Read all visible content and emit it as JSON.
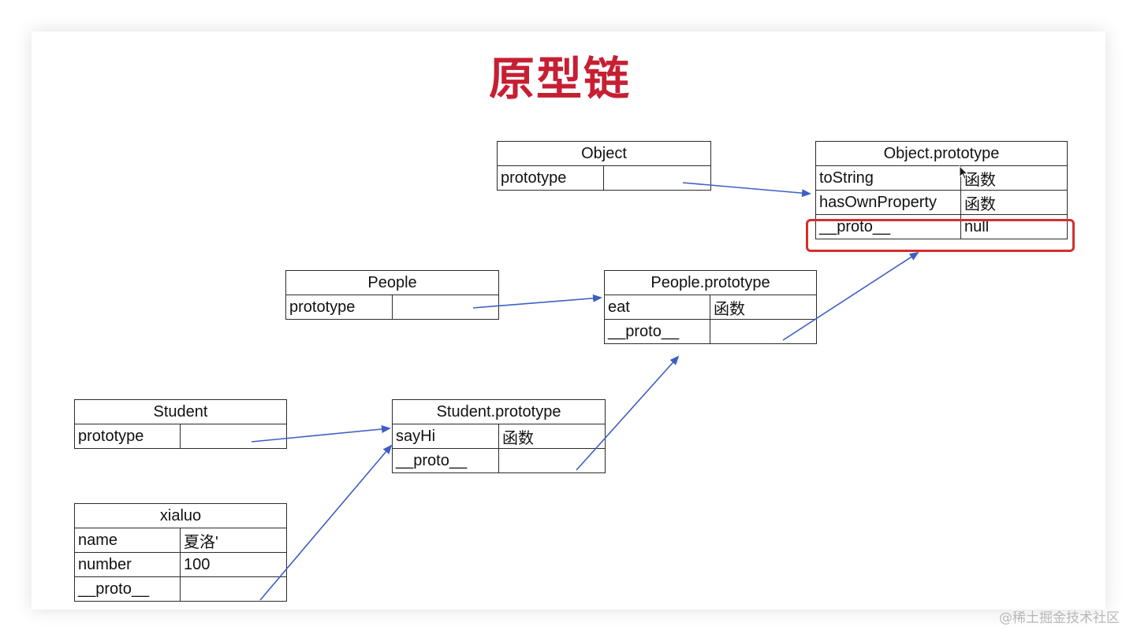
{
  "title": "原型链",
  "colors": {
    "title": "#c61f33",
    "arrow": "#3d5ec4",
    "highlight": "#d32f2f",
    "border": "#2b2b2b"
  },
  "tables": {
    "object": {
      "header": "Object",
      "rows": [
        {
          "key": "prototype",
          "value": ""
        }
      ]
    },
    "object_prototype": {
      "header": "Object.prototype",
      "rows": [
        {
          "key": "toString",
          "value": "函数"
        },
        {
          "key": "hasOwnProperty",
          "value": "函数"
        },
        {
          "key": "__proto__",
          "value": "null"
        }
      ]
    },
    "people": {
      "header": "People",
      "rows": [
        {
          "key": "prototype",
          "value": ""
        }
      ]
    },
    "people_prototype": {
      "header": "People.prototype",
      "rows": [
        {
          "key": "eat",
          "value": "函数"
        },
        {
          "key": "__proto__",
          "value": ""
        }
      ]
    },
    "student": {
      "header": "Student",
      "rows": [
        {
          "key": "prototype",
          "value": ""
        }
      ]
    },
    "student_prototype": {
      "header": "Student.prototype",
      "rows": [
        {
          "key": "sayHi",
          "value": "函数"
        },
        {
          "key": "__proto__",
          "value": ""
        }
      ]
    },
    "xialuo": {
      "header": "xialuo",
      "rows": [
        {
          "key": "name",
          "value": "夏洛'"
        },
        {
          "key": "number",
          "value": "100"
        },
        {
          "key": "__proto__",
          "value": ""
        }
      ]
    }
  },
  "watermark": "@稀土掘金技术社区",
  "cursor_icon": "pointer-cursor-icon"
}
